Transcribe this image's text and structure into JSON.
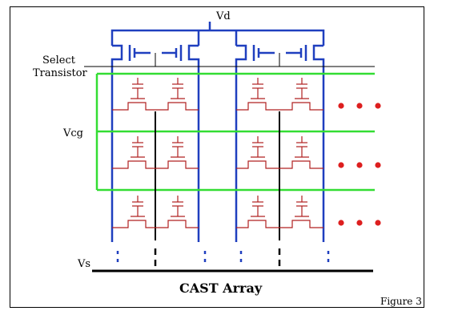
{
  "labels": {
    "vd": "Vd",
    "select": "Select",
    "transistor": "Transistor",
    "vcg": "Vcg",
    "vs": "Vs",
    "title": "CAST Array",
    "figure": "Figure 3"
  },
  "colors": {
    "bitline": "#1f3fbf",
    "gate_line": "#33dd33",
    "cell": "#b02020",
    "dots": "#dd1f1f",
    "black": "#000000"
  }
}
